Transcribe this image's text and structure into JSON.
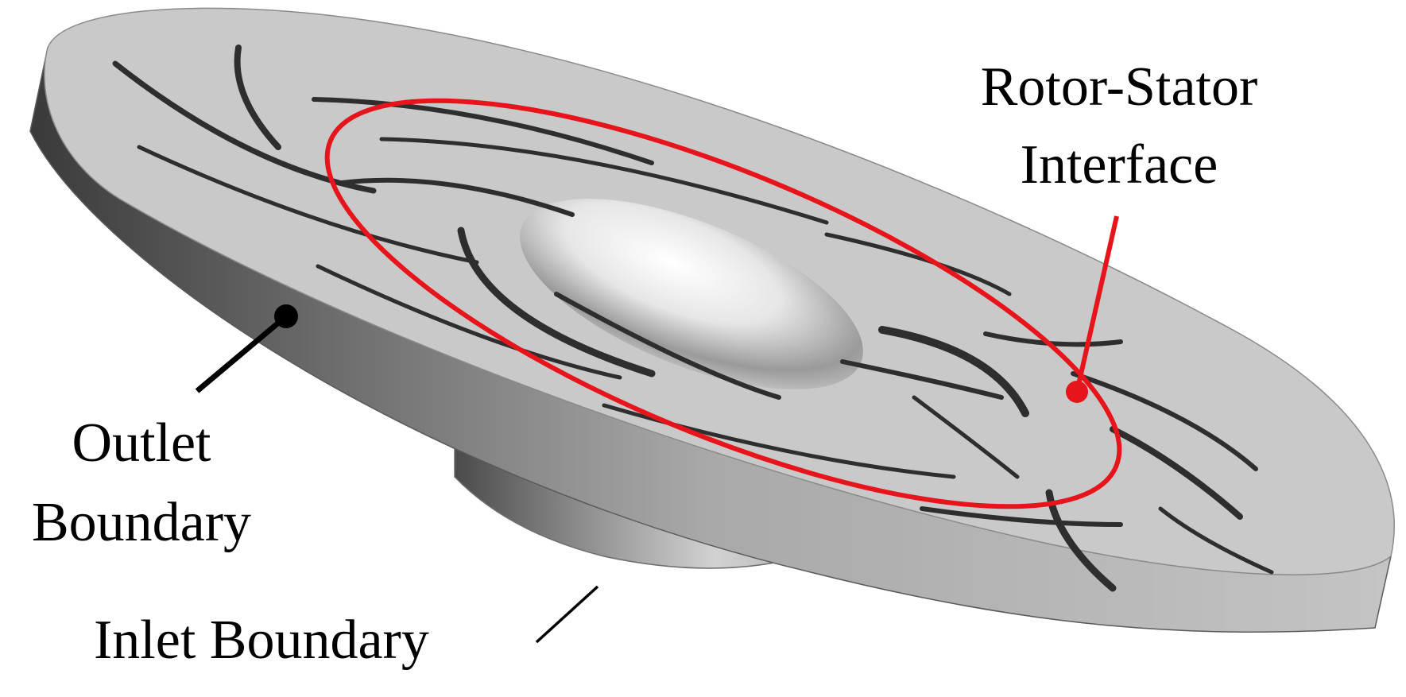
{
  "labels": {
    "interface_line1": "Rotor-Stator",
    "interface_line2": "Interface",
    "outlet_line1": "Outlet",
    "outlet_line2": "Boundary",
    "inlet": "Inlet Boundary"
  },
  "colors": {
    "background": "#ffffff",
    "body_light": "#c8c8c8",
    "body_dark": "#3a3a3a",
    "slot": "#2e2e2e",
    "interface": "#e8141c",
    "leader": "#000000"
  }
}
